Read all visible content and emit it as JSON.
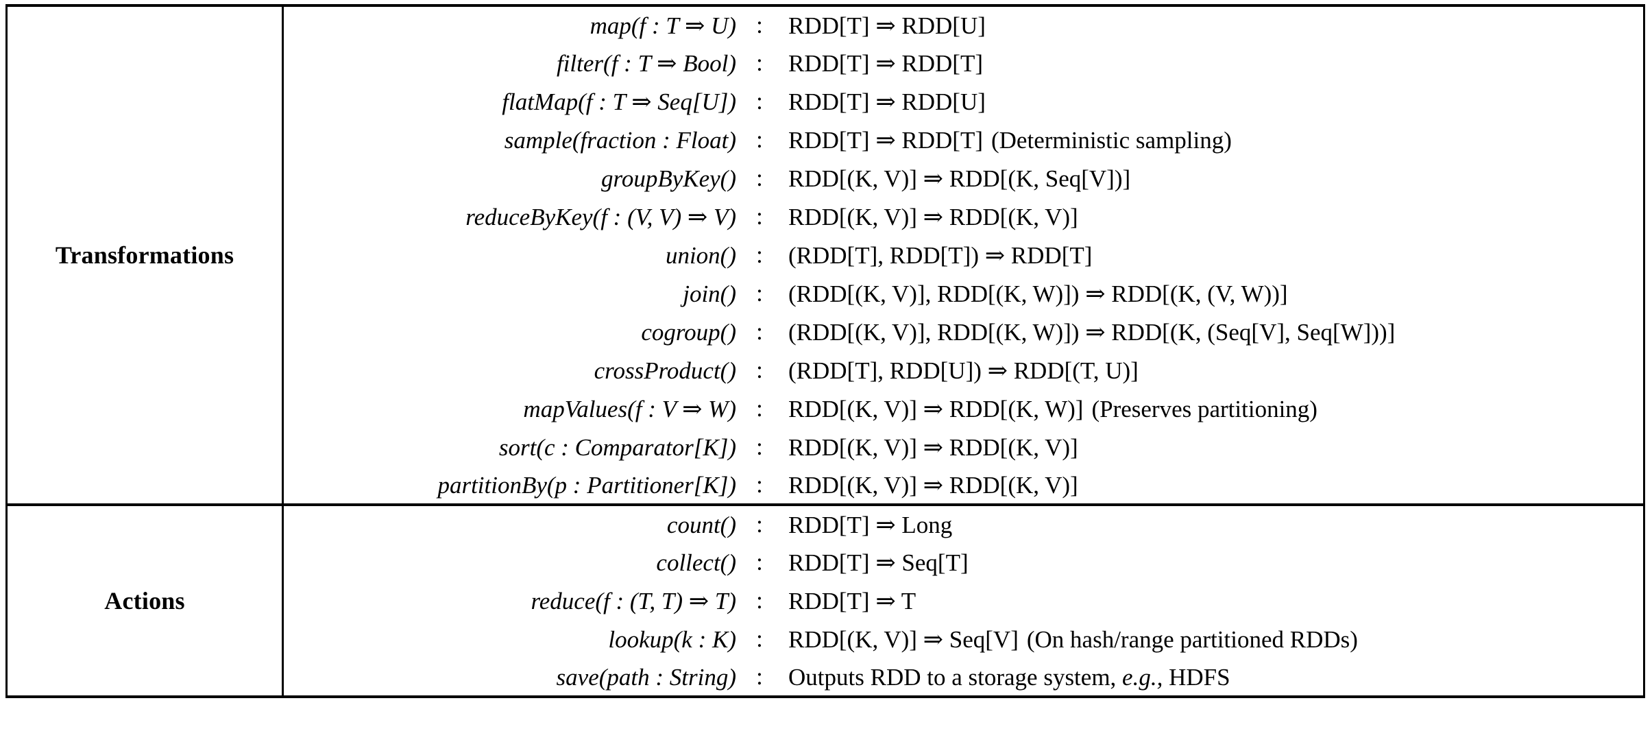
{
  "table": {
    "caption_present": false,
    "sections": [
      {
        "label": "Transformations",
        "rows": [
          {
            "signature": "map(f : T ⇒ U)",
            "colon": ":",
            "type": "RDD[T] ⇒ RDD[U]"
          },
          {
            "signature": "filter(f : T ⇒ Bool)",
            "colon": ":",
            "type": "RDD[T] ⇒ RDD[T]"
          },
          {
            "signature": "flatMap(f : T ⇒ Seq[U])",
            "colon": ":",
            "type": "RDD[T] ⇒ RDD[U]"
          },
          {
            "signature": "sample(fraction : Float)",
            "colon": ":",
            "type": "RDD[T] ⇒ RDD[T]",
            "note": "(Deterministic sampling)"
          },
          {
            "signature": "groupByKey()",
            "colon": ":",
            "type": "RDD[(K, V)] ⇒ RDD[(K, Seq[V])]"
          },
          {
            "signature": "reduceByKey(f : (V, V) ⇒ V)",
            "colon": ":",
            "type": "RDD[(K, V)] ⇒ RDD[(K, V)]"
          },
          {
            "signature": "union()",
            "colon": ":",
            "type": "(RDD[T], RDD[T]) ⇒ RDD[T]"
          },
          {
            "signature": "join()",
            "colon": ":",
            "type": "(RDD[(K, V)], RDD[(K, W)]) ⇒ RDD[(K, (V, W))]"
          },
          {
            "signature": "cogroup()",
            "colon": ":",
            "type": "(RDD[(K, V)], RDD[(K, W)]) ⇒ RDD[(K, (Seq[V], Seq[W]))]"
          },
          {
            "signature": "crossProduct()",
            "colon": ":",
            "type": "(RDD[T], RDD[U]) ⇒ RDD[(T, U)]"
          },
          {
            "signature": "mapValues(f : V ⇒ W)",
            "colon": ":",
            "type": "RDD[(K, V)] ⇒ RDD[(K, W)]",
            "note": "(Preserves partitioning)"
          },
          {
            "signature": "sort(c : Comparator[K])",
            "colon": ":",
            "type": "RDD[(K, V)] ⇒ RDD[(K, V)]"
          },
          {
            "signature": "partitionBy(p : Partitioner[K])",
            "colon": ":",
            "type": "RDD[(K, V)] ⇒ RDD[(K, V)]"
          }
        ]
      },
      {
        "label": "Actions",
        "rows": [
          {
            "signature": "count()",
            "colon": ":",
            "type": "RDD[T] ⇒ Long"
          },
          {
            "signature": "collect()",
            "colon": ":",
            "type": "RDD[T] ⇒ Seq[T]"
          },
          {
            "signature": "reduce(f : (T, T) ⇒ T)",
            "colon": ":",
            "type": "RDD[T] ⇒ T"
          },
          {
            "signature": "lookup(k : K)",
            "colon": ":",
            "type": "RDD[(K, V)] ⇒ Seq[V]",
            "note": "(On hash/range partitioned RDDs)"
          },
          {
            "signature": "save(path : String)",
            "colon": ":",
            "type": "Outputs RDD to a storage system, ",
            "note_emph": "e.g.,",
            "note_tail": " HDFS"
          }
        ]
      }
    ]
  },
  "colors": {
    "rule": "#000000",
    "text": "#000000",
    "background": "#ffffff"
  }
}
